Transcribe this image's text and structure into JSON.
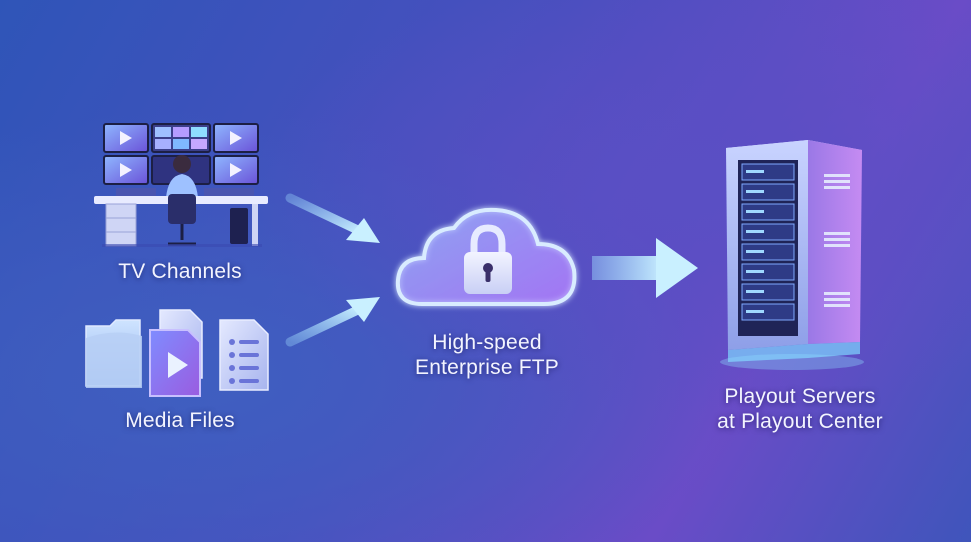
{
  "nodes": {
    "tv_channels": {
      "label": "TV Channels"
    },
    "media_files": {
      "label": "Media Files"
    },
    "ftp": {
      "label_line1": "High-speed",
      "label_line2": "Enterprise FTP"
    },
    "playout": {
      "label_line1": "Playout Servers",
      "label_line2": "at Playout Center"
    }
  },
  "icons": {
    "tv": "broadcast-control-room-icon",
    "media": "media-files-icon",
    "ftp": "cloud-lock-icon",
    "server": "server-rack-icon"
  },
  "colors": {
    "arrow": "#a9e4ff",
    "accent_cyan": "#7fd6ff",
    "accent_purple": "#c77dff"
  }
}
